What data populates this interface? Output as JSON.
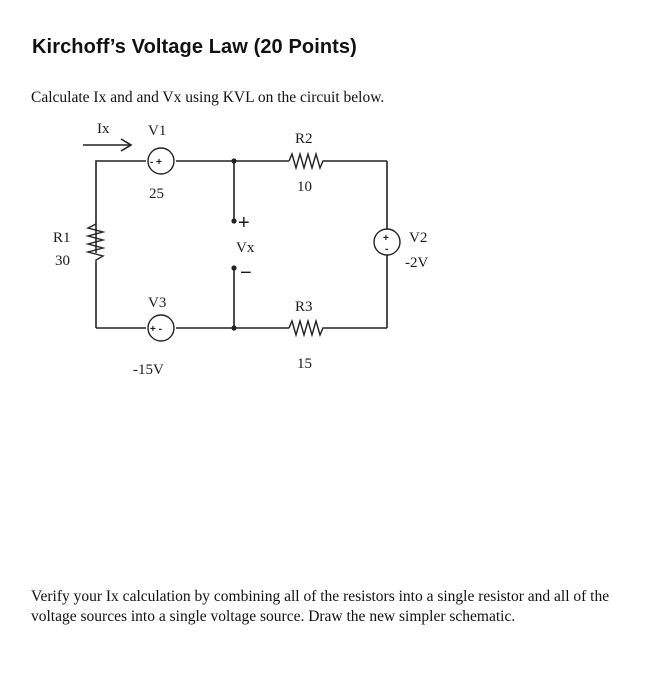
{
  "title": "Kirchoff’s Voltage Law (20 Points)",
  "intro": "Calculate Ix and and Vx using KVL on the circuit below.",
  "verify": "Verify your Ix calculation by combining all of the resistors into a single resistor and all of the voltage sources into a single voltage source.  Draw the new simpler schematic.",
  "circuit": {
    "ix": "Ix",
    "v1": {
      "name": "V1",
      "value": "25",
      "polarity": "- +"
    },
    "v2": {
      "name": "V2",
      "value": "-2V",
      "polarity_top": "+",
      "polarity_bottom": "-"
    },
    "v3": {
      "name": "V3",
      "value": "-15V",
      "polarity": "+ -"
    },
    "r1": {
      "name": "R1",
      "value": "30"
    },
    "r2": {
      "name": "R2",
      "value": "10"
    },
    "r3": {
      "name": "R3",
      "value": "15"
    },
    "vx": {
      "name": "Vx",
      "plus": "+",
      "minus": "−"
    }
  }
}
